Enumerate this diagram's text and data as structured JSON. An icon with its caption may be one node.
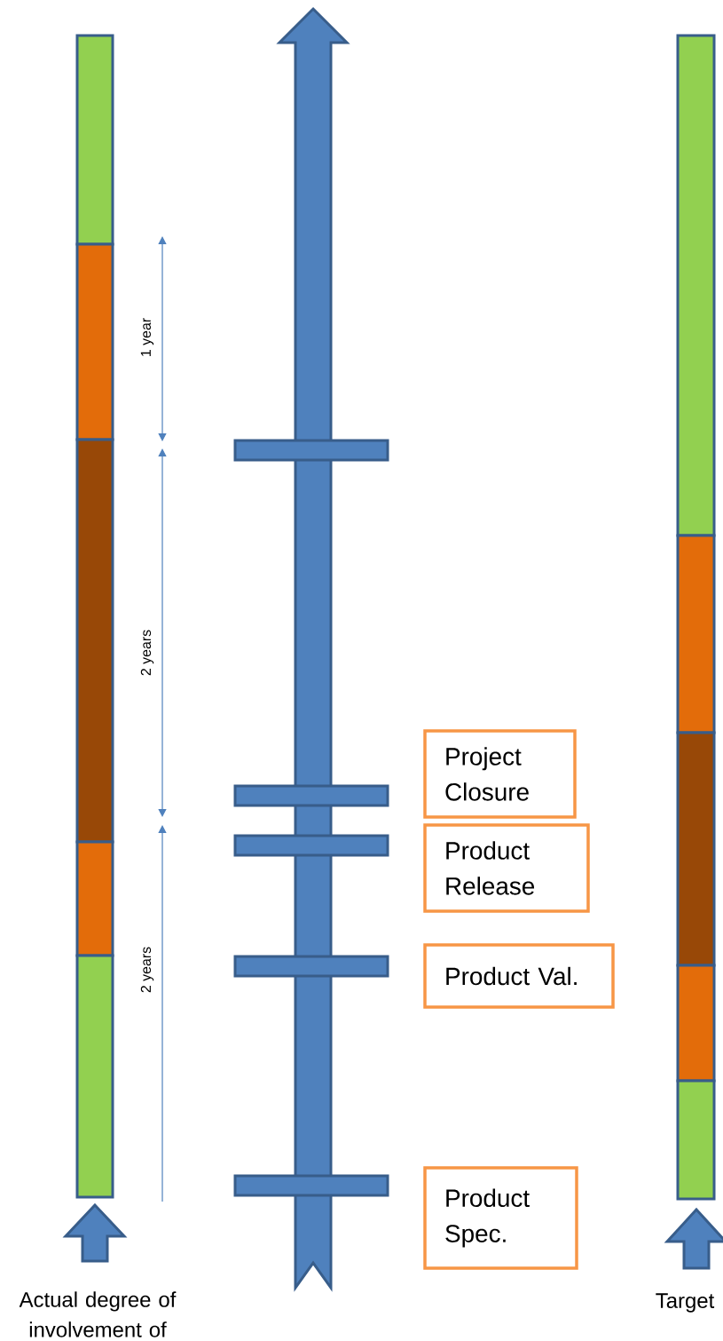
{
  "diagram": {
    "nodes": [
      {
        "text": [
          "Project Closure"
        ]
      },
      {
        "text": [
          "Product Release"
        ]
      },
      {
        "text": [
          "Product Val."
        ]
      },
      {
        "text": [
          "Product Spec."
        ]
      }
    ],
    "labels": [
      "1 year",
      "2 years",
      "2 years",
      "Actual degree of involvement of",
      "Target"
    ]
  }
}
